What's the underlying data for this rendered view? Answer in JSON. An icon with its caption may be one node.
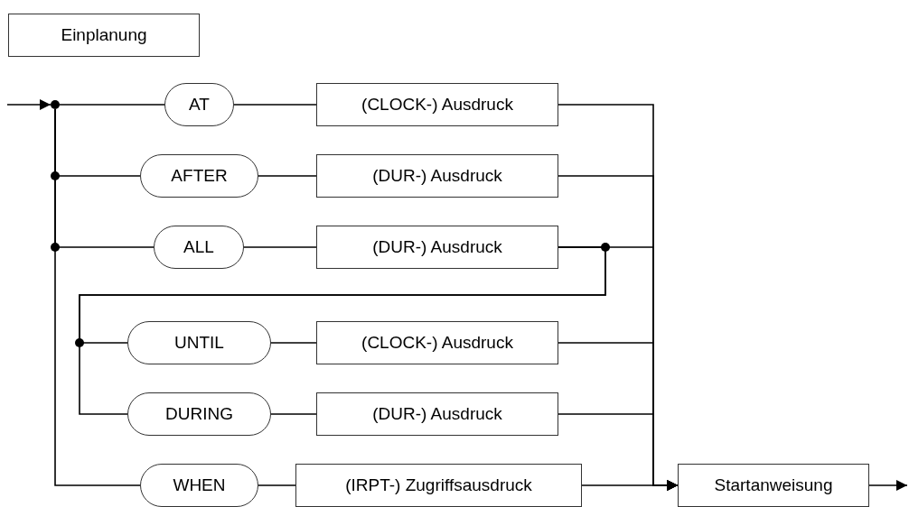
{
  "diagram": {
    "nodes": [
      {
        "text": [
          "Einplanung"
        ]
      },
      {
        "text": [
          "AT"
        ]
      },
      {
        "text": [
          "(CLOCK-) Ausdruck"
        ]
      },
      {
        "text": [
          "AFTER"
        ]
      },
      {
        "text": [
          "(DUR-) Ausdruck"
        ]
      },
      {
        "text": [
          "ALL"
        ]
      },
      {
        "text": [
          "(DUR-) Ausdruck"
        ]
      },
      {
        "text": [
          "UNTIL"
        ]
      },
      {
        "text": [
          "(CLOCK-) Ausdruck"
        ]
      },
      {
        "text": [
          "DURING"
        ]
      },
      {
        "text": [
          "(DUR-) Ausdruck"
        ]
      },
      {
        "text": [
          "WHEN"
        ]
      },
      {
        "text": [
          "(IRPT-) Zugriffsausdruck"
        ]
      },
      {
        "text": [
          "Startanweisung"
        ]
      },
      {
        "text": [],
        "shape": "circle"
      }
    ],
    "edges": [
      {
        "from": null,
        "to": 14,
        "arrow": "to"
      },
      {
        "from": 14,
        "to": 1,
        "arrow": "none"
      },
      {
        "from": 14,
        "to": 3,
        "arrow": "none"
      },
      {
        "from": 14,
        "to": 5,
        "arrow": "none"
      },
      {
        "from": 14,
        "to": 11,
        "arrow": "none"
      },
      {
        "from": 1,
        "to": 2,
        "arrow": "none"
      },
      {
        "from": 3,
        "to": 4,
        "arrow": "none"
      },
      {
        "from": 5,
        "to": 6,
        "arrow": "none"
      },
      {
        "from": 7,
        "to": 8,
        "arrow": "none"
      },
      {
        "from": 9,
        "to": 10,
        "arrow": "none"
      },
      {
        "from": 11,
        "to": 12,
        "arrow": "none"
      },
      {
        "from": 6,
        "to": 7,
        "arrow": "none"
      },
      {
        "from": 6,
        "to": 9,
        "arrow": "none"
      },
      {
        "from": 2,
        "to": 13,
        "arrow": "to"
      },
      {
        "from": 4,
        "to": 13,
        "arrow": "to"
      },
      {
        "from": 6,
        "to": 13,
        "arrow": "to"
      },
      {
        "from": 8,
        "to": 13,
        "arrow": "to"
      },
      {
        "from": 10,
        "to": 13,
        "arrow": "to"
      },
      {
        "from": 12,
        "to": 13,
        "arrow": "to"
      },
      {
        "from": 13,
        "to": null,
        "arrow": "to"
      }
    ]
  }
}
